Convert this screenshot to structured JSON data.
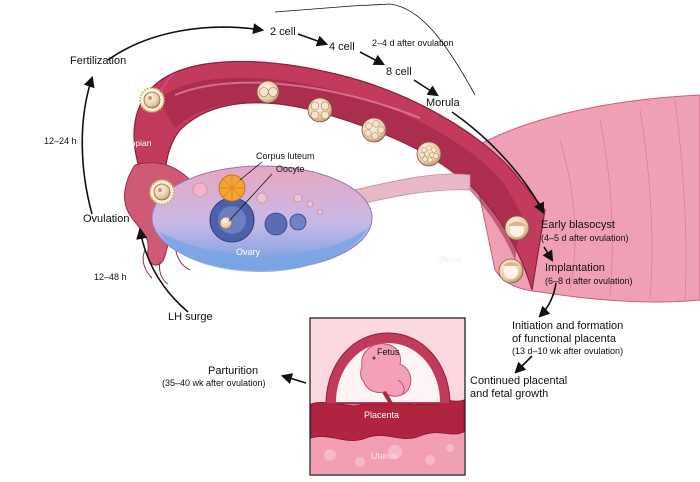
{
  "labels": {
    "fertilization": "Fertilization",
    "two_cell": "2 cell",
    "four_cell": "4 cell",
    "eight_cell": "8 cell",
    "cleavage_time": "2–4 d after ovulation",
    "morula": "Morula",
    "fallopian_tube": "Fallopian tube",
    "corpus_luteum": "Corpus luteum",
    "oocyte": "Oocyte",
    "ovary": "Ovary",
    "uterus_upper": "Uterus",
    "uterus_inset": "Uterus",
    "ovulation": "Ovulation",
    "lh_surge": "LH surge",
    "time_12_24": "12–24 h",
    "time_12_48": "12–48 h",
    "early_blastocyst": "Early blasocyst",
    "early_blastocyst_time": "(4–5 d after ovulation)",
    "implantation": "Implantation",
    "implantation_time": "(6–8 d after ovulation)",
    "placenta_formation_line1": "Initiation and formation",
    "placenta_formation_line2": "of functional placenta",
    "placenta_formation_time": "(13 d–10 wk after ovulation)",
    "continued_growth_line1": "Continued placental",
    "continued_growth_line2": "and fetal growth",
    "parturition": "Parturition",
    "parturition_time": "(35–40 wk after ovulation)",
    "fetus": "Fetus",
    "placenta": "Placenta"
  },
  "colors": {
    "tube_wall": "#c23a5c",
    "tube_lining": "#8e1f3e",
    "pink_tissue": "#f0a3b6",
    "ovary_blue": "#8fb2e3",
    "placenta_red": "#b0243f"
  }
}
